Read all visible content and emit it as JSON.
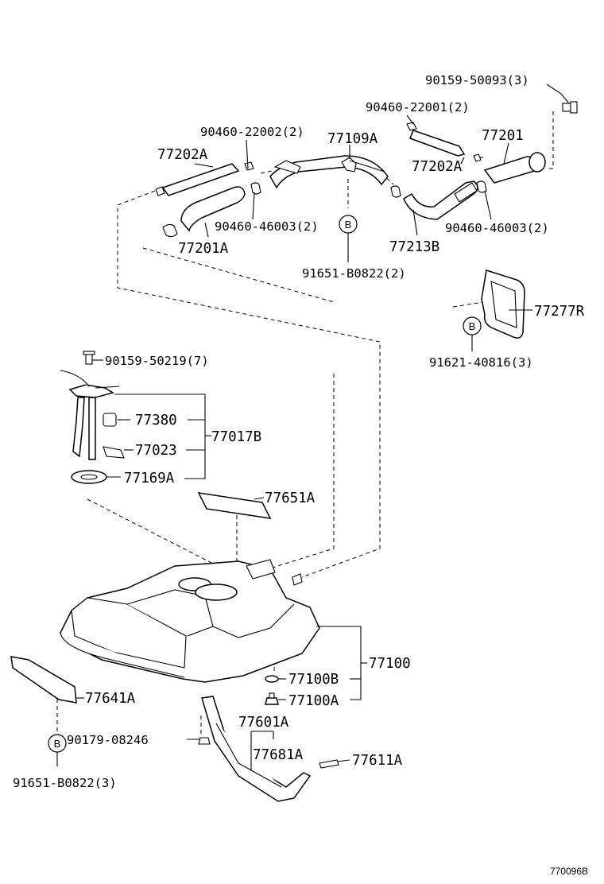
{
  "labels": {
    "p90159_50093": "90159-50093(3)",
    "p90460_22001": "90460-22001(2)",
    "p77201": "77201",
    "p90460_22002": "90460-22002(2)",
    "p77109A": "77109A",
    "p77202A_left": "77202A",
    "p77202A_right": "77202A",
    "p90460_46003_left": "90460-46003(2)",
    "p90460_46003_right": "90460-46003(2)",
    "p77201A": "77201A",
    "p77213B": "77213B",
    "p91651_B0822_top": "91651-B0822(2)",
    "p77277R": "77277R",
    "p91621_40816": "91621-40816(3)",
    "p90159_50219": "90159-50219(7)",
    "p77380": "77380",
    "p77017B": "77017B",
    "p77023": "77023",
    "p77169A": "77169A",
    "p77651A": "77651A",
    "p77100": "77100",
    "p77100B": "77100B",
    "p77100A": "77100A",
    "p77641A": "77641A",
    "p77601A": "77601A",
    "p90179_08246": "90179-08246",
    "p77681A": "77681A",
    "p77611A": "77611A",
    "p91651_B0822_bottom": "91651-B0822(3)"
  },
  "markers": {
    "b_top": "B",
    "b_right": "B",
    "b_bottom": "B"
  },
  "diagram_id": "770096B"
}
